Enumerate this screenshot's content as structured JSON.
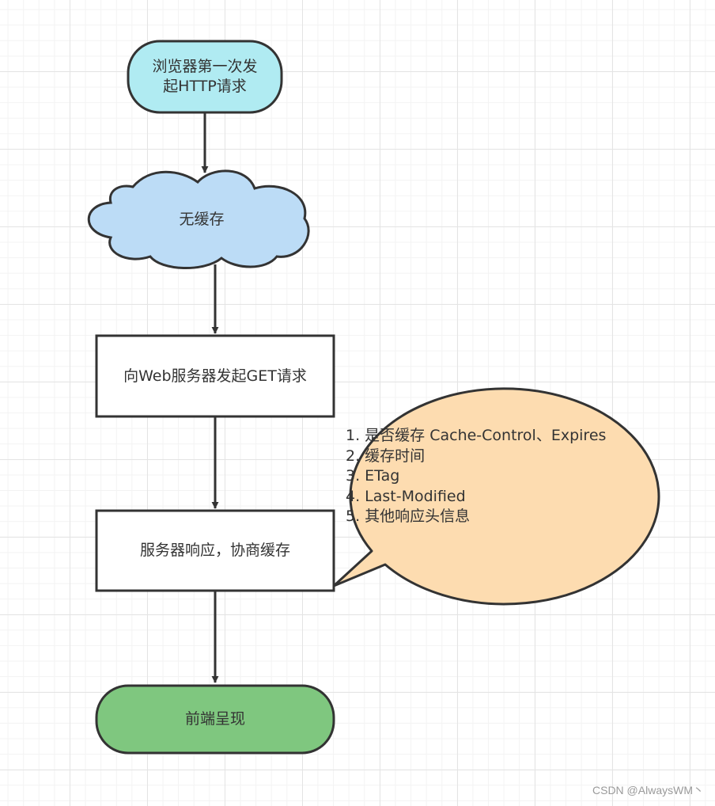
{
  "nodes": {
    "start": {
      "label_line1": "浏览器第一次发",
      "label_line2": "起HTTP请求",
      "fill": "#b0ebf2"
    },
    "no_cache": {
      "label": "无缓存",
      "fill": "#bcdcf6"
    },
    "get_request": {
      "label": "向Web服务器发起GET请求",
      "fill": "#ffffff"
    },
    "server_response": {
      "label": "服务器响应，协商缓存",
      "fill": "#ffffff"
    },
    "render": {
      "label": "前端呈现",
      "fill": "#7fc77f"
    }
  },
  "callout": {
    "fill": "#fddcb0",
    "items": [
      "1. 是否缓存 Cache-Control、Expires",
      "2. 缓存时间",
      "3. ETag",
      "4. Last-Modified",
      "5. 其他响应头信息"
    ]
  },
  "watermark": "CSDN @AlwaysWM丶",
  "colors": {
    "stroke": "#333333",
    "grid": "#e4e4e4"
  }
}
